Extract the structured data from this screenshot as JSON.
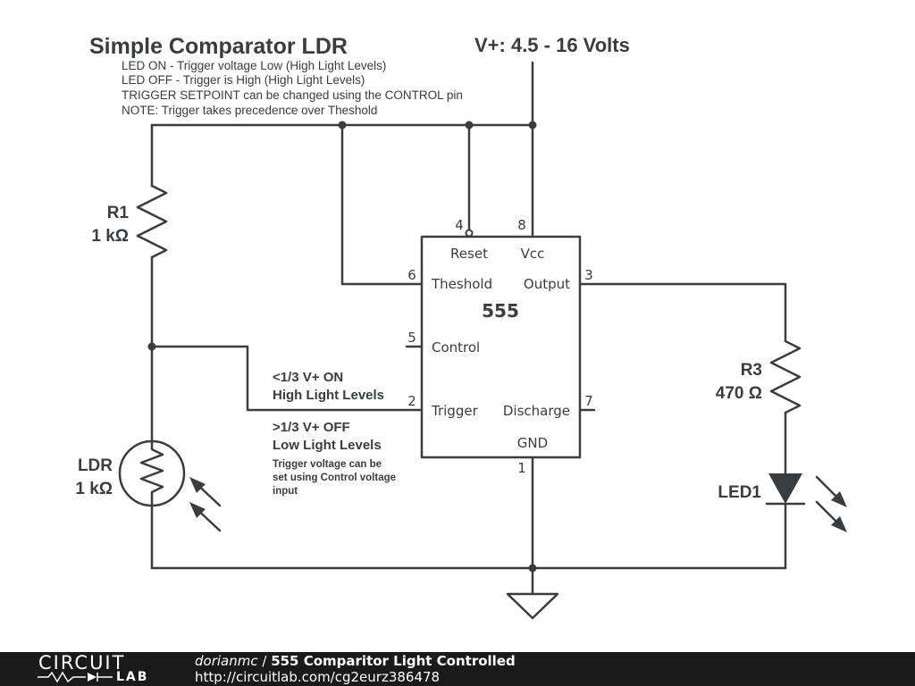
{
  "diagram": {
    "title": "Simple Comparator LDR",
    "notes": [
      "LED ON - Trigger voltage Low (High Light Levels)",
      "LED OFF - Trigger is High (High Light Levels)",
      "TRIGGER SETPOINT can be changed using the CONTROL pin",
      "NOTE: Trigger takes precedence over Theshold"
    ],
    "supply_label": "V+: 4.5 - 16 Volts",
    "r1": {
      "name": "R1",
      "value": "1 kΩ"
    },
    "ldr": {
      "name": "LDR",
      "value": "1 kΩ"
    },
    "r3": {
      "name": "R3",
      "value": "470 Ω"
    },
    "led": {
      "name": "LED1"
    },
    "annotations": {
      "on_line1": "<1/3 V+ ON",
      "on_line2": "High Light Levels",
      "off_line1": ">1/3 V+ OFF",
      "off_line2": "Low Light Levels",
      "small": [
        "Trigger voltage can be",
        "set using Control voltage",
        "input"
      ]
    },
    "ic": {
      "name": "555",
      "pins": {
        "reset": {
          "number": "4",
          "label": "Reset"
        },
        "vcc": {
          "number": "8",
          "label": "Vcc"
        },
        "threshold": {
          "number": "6",
          "label": "Theshold"
        },
        "output": {
          "number": "3",
          "label": "Output"
        },
        "control": {
          "number": "5",
          "label": "Control"
        },
        "trigger": {
          "number": "2",
          "label": "Trigger"
        },
        "discharge": {
          "number": "7",
          "label": "Discharge"
        },
        "gnd": {
          "number": "1",
          "label": "GND"
        }
      }
    }
  },
  "footer": {
    "logo_top": "CIRCUIT",
    "logo_bottom": "LAB",
    "author": "dorianmc",
    "separator": " / ",
    "circuit_title": "555 Comparitor Light Controlled",
    "url": "http://circuitlab.com/cg2eurz386478"
  },
  "colors": {
    "ink": "#3a3d40",
    "footer_bg": "#1a1a1a",
    "footer_text": "#ffffff"
  }
}
